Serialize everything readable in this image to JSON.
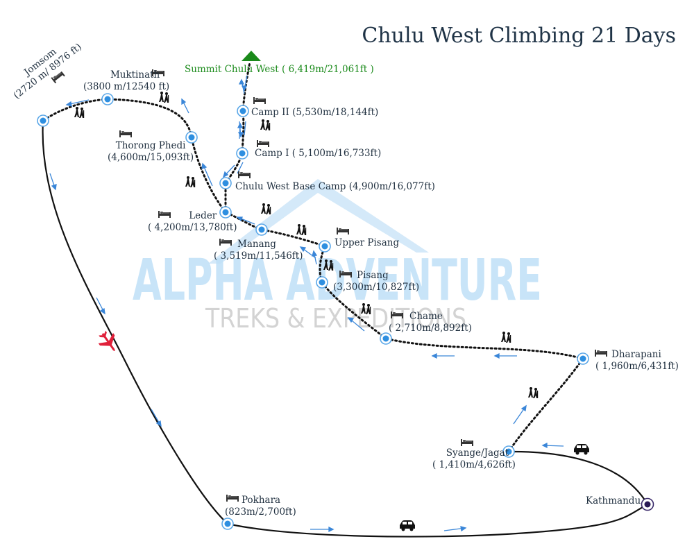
{
  "title": "Chulu West Climbing 21 Days",
  "watermark": {
    "line1": "ALPHA ADVENTURE",
    "line2": "TREKS & EXPEDITIONS"
  },
  "locations": {
    "summit": {
      "name": "Summit Chulu West ( 6,419m/21,061ft )"
    },
    "camp2": {
      "name": "Camp II (5,530m/18,144ft)"
    },
    "camp1": {
      "name": "Camp I ( 5,100m/16,733ft)"
    },
    "basecamp": {
      "name": "Chulu West Base Camp (4,900m/16,077ft)"
    },
    "muktinath": {
      "name": "Muktinath",
      "alt": "(3800 m/12540 ft)"
    },
    "jomsom": {
      "name": "Jomsom",
      "alt": "(2720 m/ 8976 ft)"
    },
    "thorong": {
      "name": "Thorong Phedi",
      "alt": "(4,600m/15,093ft)"
    },
    "leder": {
      "name": "Leder",
      "alt": "( 4,200m/13,780ft)"
    },
    "manang": {
      "name": "Manang",
      "alt": "( 3,519m/11,546ft)"
    },
    "upperpisang": {
      "name": "Upper Pisang"
    },
    "pisang": {
      "name": "Pisang",
      "alt": "(3,300m/10,827ft)"
    },
    "chame": {
      "name": "Chame",
      "alt": "( 2,710m/8,892ft)"
    },
    "dharapani": {
      "name": "Dharapani",
      "alt": "( 1,960m/6,431ft)"
    },
    "syange": {
      "name": "Syange/Jagat",
      "alt": "( 1,410m/4,626ft)"
    },
    "pokhara": {
      "name": "Pokhara",
      "alt": "(823m/2,700ft)"
    },
    "kathmandu": {
      "name": "Kathmandu"
    }
  },
  "colors": {
    "route_line": "#111111",
    "node": "#2f8fe0",
    "arrow": "#3a86d8",
    "summit": "#1a8a1a",
    "plane": "#e0203a",
    "watermark_blue": "#bfe0f7",
    "watermark_gray": "#c9c9c9"
  },
  "icons": [
    "bed-icon",
    "hiker-icon",
    "car-icon",
    "plane-icon",
    "summit-triangle-icon"
  ]
}
